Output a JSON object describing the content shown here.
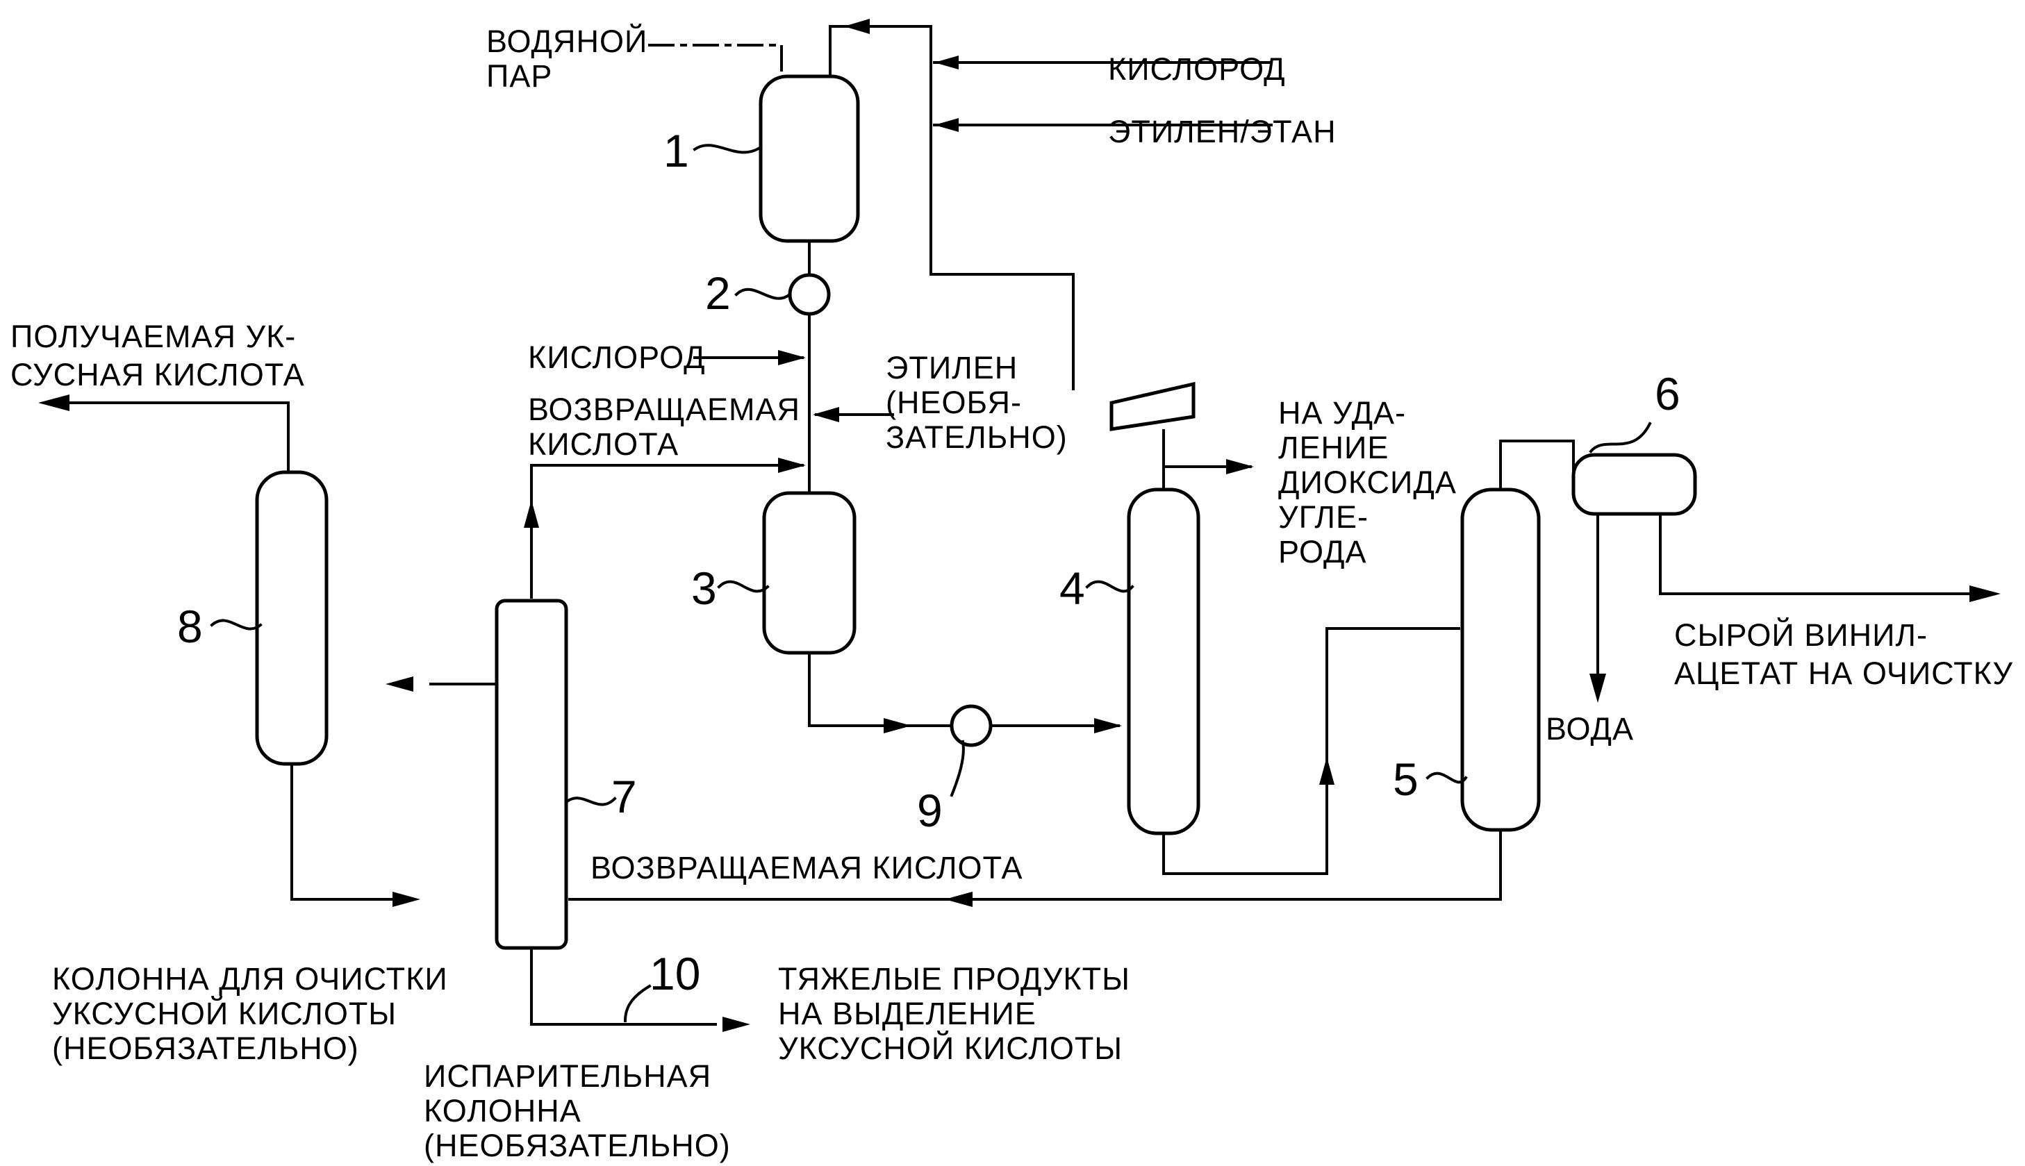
{
  "streams": {
    "steam": [
      "ВОДЯНОЙ",
      "ПАР"
    ],
    "oxygen_top": "КИСЛОРОД",
    "ethylene_ethane": "ЭТИЛЕН/ЭТАН",
    "acetic_product": [
      "ПОЛУЧАЕМАЯ УК-",
      "СУСНАЯ КИСЛОТА"
    ],
    "oxygen_mid": "КИСЛОРОД",
    "recycle_acid_top": [
      "ВОЗВРАЩАЕМАЯ",
      "КИСЛОТА"
    ],
    "ethylene_optional": [
      "ЭТИЛЕН",
      "(НЕОБЯ-",
      "ЗАТЕЛЬНО)"
    ],
    "co2_removal": [
      "НА УДА-",
      "ЛЕНИЕ",
      "ДИОКСИДА",
      "УГЛЕ-",
      "РОДА"
    ],
    "crude_vam": [
      "СЫРОЙ ВИНИЛ-",
      "АЦЕТАТ НА ОЧИСТКУ"
    ],
    "water": "ВОДА",
    "recycle_acid_bottom": "ВОЗВРАЩАЕМАЯ КИСЛОТА",
    "acid_column": [
      "КОЛОННА ДЛЯ ОЧИСТКИ",
      "УКСУСНОЙ КИСЛОТЫ",
      "(НЕОБЯЗАТЕЛЬНО)"
    ],
    "heavies": [
      "ТЯЖЕЛЫЕ ПРОДУКТЫ",
      "НА ВЫДЕЛЕНИЕ",
      "УКСУСНОЙ КИСЛОТЫ"
    ],
    "evaporator": [
      "ИСПАРИТЕЛЬНАЯ",
      "КОЛОННА",
      "(НЕОБЯЗАТЕЛЬНО)"
    ]
  },
  "numbers": [
    "1",
    "2",
    "3",
    "4",
    "5",
    "6",
    "7",
    "8",
    "9",
    "10"
  ]
}
